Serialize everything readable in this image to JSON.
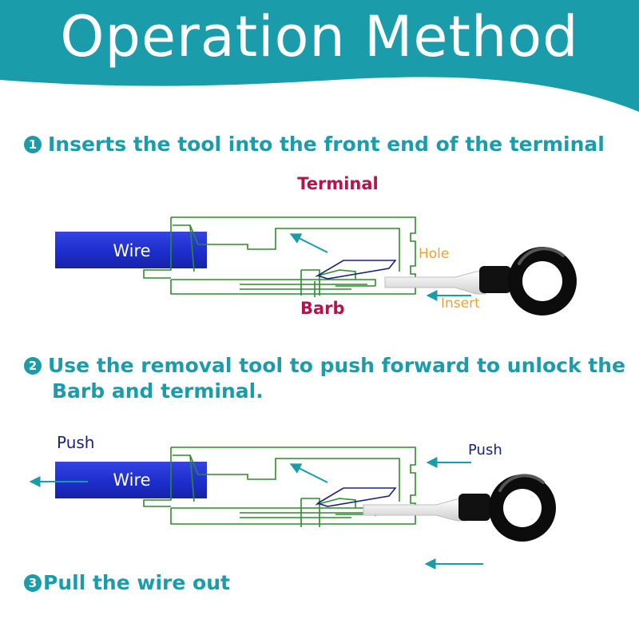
{
  "title": "Operation Method",
  "colors": {
    "teal": "#1b9cab",
    "green": "#2e8b2e",
    "navy": "#1a237e",
    "wire_blue": "#1f2fd0",
    "crimson": "#b5134a",
    "orange": "#e8a23a"
  },
  "steps": [
    {
      "number": "1",
      "text": "Inserts the tool into the front end of the terminal"
    },
    {
      "number": "2",
      "text_line1": "Use the removal tool to push forward to unlock the",
      "text_line2": "Barb and terminal."
    },
    {
      "number": "3",
      "text": "Pull the wire out"
    }
  ],
  "diagram1": {
    "terminal_label": "Terminal",
    "wire_label": "Wire",
    "hole_label": "Hole",
    "barb_label": "Barb",
    "insert_label": "Insert"
  },
  "diagram2": {
    "push_left_label": "Push",
    "wire_label": "Wire",
    "push_right_label": "Push"
  }
}
